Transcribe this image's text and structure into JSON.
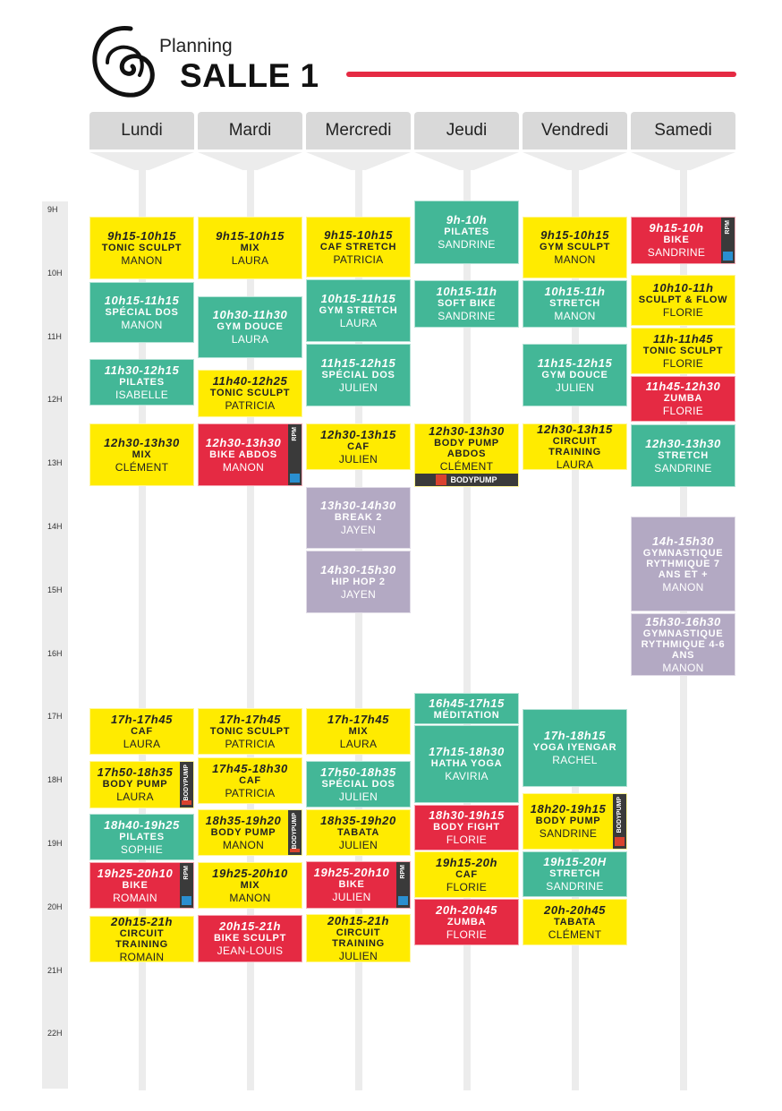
{
  "header": {
    "planning": "Planning",
    "title": "SALLE 1"
  },
  "colors": {
    "yellow": "#ffeb00",
    "green": "#43b797",
    "red": "#e52a43",
    "purple": "#b3a9c3",
    "accent_line": "#e52a43"
  },
  "badges": {
    "rpm": "RPM",
    "bodypump": "BODYPUMP"
  },
  "hours": [
    "9H",
    "10H",
    "11H",
    "12H",
    "13H",
    "14H",
    "15H",
    "16H",
    "17H",
    "18H",
    "19H",
    "20H",
    "21H",
    "22H"
  ],
  "days": [
    {
      "name": "Lundi",
      "classes": [
        {
          "time": "9h15-10h15",
          "name": "TONIC SCULPT",
          "instructor": "MANON",
          "color": "yellow"
        },
        {
          "time": "10h15-11h15",
          "name": "SPÉCIAL DOS",
          "instructor": "MANON",
          "color": "green"
        },
        {
          "time": "11h30-12h15",
          "name": "PILATES",
          "instructor": "ISABELLE",
          "color": "green"
        },
        {
          "time": "12h30-13h30",
          "name": "MIX",
          "instructor": "CLÉMENT",
          "color": "yellow"
        },
        {
          "time": "17h-17h45",
          "name": "CAF",
          "instructor": "LAURA",
          "color": "yellow"
        },
        {
          "time": "17h50-18h35",
          "name": "BODY PUMP",
          "instructor": "LAURA",
          "color": "yellow",
          "badge": "bodypump"
        },
        {
          "time": "18h40-19h25",
          "name": "PILATES",
          "instructor": "SOPHIE",
          "color": "green"
        },
        {
          "time": "19h25-20h10",
          "name": "BIKE",
          "instructor": "ROMAIN",
          "color": "red",
          "badge": "rpm"
        },
        {
          "time": "20h15-21h",
          "name": "CIRCUIT TRAINING",
          "instructor": "ROMAIN",
          "color": "yellow"
        }
      ]
    },
    {
      "name": "Mardi",
      "classes": [
        {
          "time": "9h15-10h15",
          "name": "MIX",
          "instructor": "LAURA",
          "color": "yellow"
        },
        {
          "time": "10h30-11h30",
          "name": "GYM DOUCE",
          "instructor": "LAURA",
          "color": "green"
        },
        {
          "time": "11h40-12h25",
          "name": "TONIC SCULPT",
          "instructor": "PATRICIA",
          "color": "yellow"
        },
        {
          "time": "12h30-13h30",
          "name": "BIKE ABDOS",
          "instructor": "MANON",
          "color": "red",
          "badge": "rpm"
        },
        {
          "time": "17h-17h45",
          "name": "TONIC SCULPT",
          "instructor": "PATRICIA",
          "color": "yellow"
        },
        {
          "time": "17h45-18h30",
          "name": "CAF",
          "instructor": "PATRICIA",
          "color": "yellow"
        },
        {
          "time": "18h35-19h20",
          "name": "BODY PUMP",
          "instructor": "MANON",
          "color": "yellow",
          "badge": "bodypump"
        },
        {
          "time": "19h25-20h10",
          "name": "MIX",
          "instructor": "MANON",
          "color": "yellow"
        },
        {
          "time": "20h15-21h",
          "name": "BIKE SCULPT",
          "instructor": "JEAN-LOUIS",
          "color": "red"
        }
      ]
    },
    {
      "name": "Mercredi",
      "classes": [
        {
          "time": "9h15-10h15",
          "name": "CAF STRETCH",
          "instructor": "PATRICIA",
          "color": "yellow"
        },
        {
          "time": "10h15-11h15",
          "name": "GYM STRETCH",
          "instructor": "LAURA",
          "color": "green"
        },
        {
          "time": "11h15-12h15",
          "name": "SPÉCIAL DOS",
          "instructor": "JULIEN",
          "color": "green"
        },
        {
          "time": "12h30-13h15",
          "name": "CAF",
          "instructor": "JULIEN",
          "color": "yellow"
        },
        {
          "time": "13h30-14h30",
          "name": "BREAK 2",
          "instructor": "JAYEN",
          "color": "purple"
        },
        {
          "time": "14h30-15h30",
          "name": "HIP HOP 2",
          "instructor": "JAYEN",
          "color": "purple"
        },
        {
          "time": "17h-17h45",
          "name": "MIX",
          "instructor": "LAURA",
          "color": "yellow"
        },
        {
          "time": "17h50-18h35",
          "name": "SPÉCIAL DOS",
          "instructor": "JULIEN",
          "color": "green"
        },
        {
          "time": "18h35-19h20",
          "name": "TABATA",
          "instructor": "JULIEN",
          "color": "yellow"
        },
        {
          "time": "19h25-20h10",
          "name": "BIKE",
          "instructor": "JULIEN",
          "color": "red",
          "badge": "rpm"
        },
        {
          "time": "20h15-21h",
          "name": "CIRCUIT TRAINING",
          "instructor": "JULIEN",
          "color": "yellow"
        }
      ]
    },
    {
      "name": "Jeudi",
      "classes": [
        {
          "time": "9h-10h",
          "name": "PILATES",
          "instructor": "SANDRINE",
          "color": "green"
        },
        {
          "time": "10h15-11h",
          "name": "SOFT BIKE",
          "instructor": "SANDRINE",
          "color": "green"
        },
        {
          "time": "12h30-13h30",
          "name": "BODY PUMP ABDOS",
          "instructor": "CLÉMENT",
          "color": "yellow",
          "badge": "bodypump-bottom"
        },
        {
          "time": "16h45-17h15",
          "name": "MÉDITATION",
          "instructor": "",
          "color": "green"
        },
        {
          "time": "17h15-18h30",
          "name": "HATHA YOGA",
          "instructor": "KAVIRIA",
          "color": "green"
        },
        {
          "time": "18h30-19h15",
          "name": "BODY FIGHT",
          "instructor": "FLORIE",
          "color": "red"
        },
        {
          "time": "19h15-20h",
          "name": "CAF",
          "instructor": "FLORIE",
          "color": "yellow"
        },
        {
          "time": "20h-20h45",
          "name": "ZUMBA",
          "instructor": "FLORIE",
          "color": "red"
        }
      ]
    },
    {
      "name": "Vendredi",
      "classes": [
        {
          "time": "9h15-10h15",
          "name": "GYM SCULPT",
          "instructor": "MANON",
          "color": "yellow"
        },
        {
          "time": "10h15-11h",
          "name": "STRETCH",
          "instructor": "MANON",
          "color": "green"
        },
        {
          "time": "11h15-12h15",
          "name": "GYM DOUCE",
          "instructor": "JULIEN",
          "color": "green"
        },
        {
          "time": "12h30-13h15",
          "name": "CIRCUIT TRAINING",
          "instructor": "LAURA",
          "color": "yellow"
        },
        {
          "time": "17h-18h15",
          "name": "YOGA IYENGAR",
          "instructor": "RACHEL",
          "color": "green"
        },
        {
          "time": "18h20-19h15",
          "name": "BODY PUMP",
          "instructor": "SANDRINE",
          "color": "yellow",
          "badge": "bodypump"
        },
        {
          "time": "19h15-20H",
          "name": "STRETCH",
          "instructor": "SANDRINE",
          "color": "green"
        },
        {
          "time": "20h-20h45",
          "name": "TABATA",
          "instructor": "CLÉMENT",
          "color": "yellow"
        }
      ]
    },
    {
      "name": "Samedi",
      "classes": [
        {
          "time": "9h15-10h",
          "name": "BIKE",
          "instructor": "SANDRINE",
          "color": "red",
          "badge": "rpm"
        },
        {
          "time": "10h10-11h",
          "name": "SCULPT & FLOW",
          "instructor": "FLORIE",
          "color": "yellow"
        },
        {
          "time": "11h-11h45",
          "name": "TONIC SCULPT",
          "instructor": "FLORIE",
          "color": "yellow"
        },
        {
          "time": "11h45-12h30",
          "name": "ZUMBA",
          "instructor": "FLORIE",
          "color": "red"
        },
        {
          "time": "12h30-13h30",
          "name": "STRETCH",
          "instructor": "SANDRINE",
          "color": "green"
        },
        {
          "time": "14h-15h30",
          "name": "GYMNASTIQUE RYTHMIQUE 7 ANS ET +",
          "instructor": "MANON",
          "color": "purple"
        },
        {
          "time": "15h30-16h30",
          "name": "GYMNASTIQUE RYTHMIQUE 4-6 ANS",
          "instructor": "MANON",
          "color": "purple"
        }
      ]
    }
  ]
}
